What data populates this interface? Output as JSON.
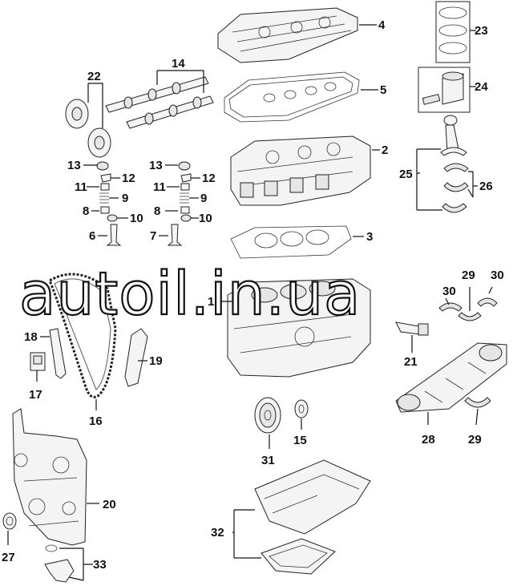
{
  "callouts": {
    "c1": "1",
    "c2": "2",
    "c3": "3",
    "c4": "4",
    "c5": "5",
    "c6": "6",
    "c7": "7",
    "c8a": "8",
    "c8b": "8",
    "c9a": "9",
    "c9b": "9",
    "c10a": "10",
    "c10b": "10",
    "c11a": "11",
    "c11b": "11",
    "c12a": "12",
    "c12b": "12",
    "c13a": "13",
    "c13b": "13",
    "c14": "14",
    "c15": "15",
    "c16": "16",
    "c17": "17",
    "c18": "18",
    "c19": "19",
    "c20": "20",
    "c21": "21",
    "c22": "22",
    "c23": "23",
    "c24": "24",
    "c25": "25",
    "c26": "26",
    "c27": "27",
    "c28": "28",
    "c29a": "29",
    "c29b": "29",
    "c30a": "30",
    "c30b": "30",
    "c31": "31",
    "c32": "32",
    "c33": "33"
  },
  "watermark": "autoil.in.ua"
}
